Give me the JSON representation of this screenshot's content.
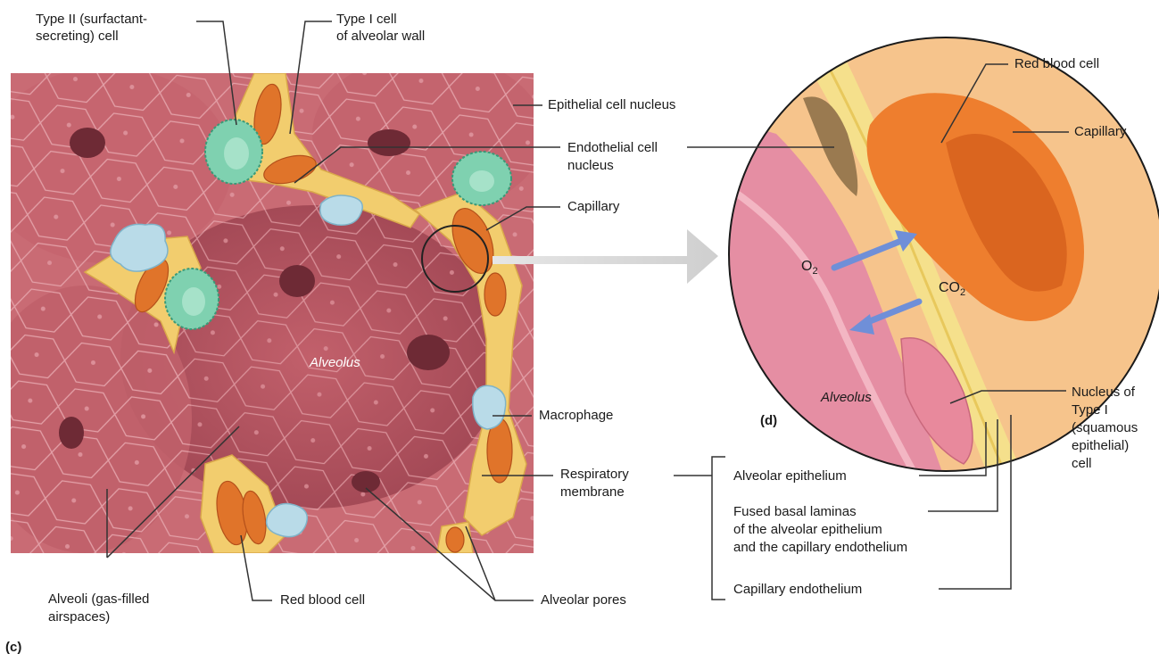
{
  "colors": {
    "tissue": "#c96b74",
    "tissue_dark": "#a94f5b",
    "cell_line": "#e8a3a9",
    "pore": "#6e2a35",
    "capillary_wall": "#f2cd6e",
    "rbc": "#e0742a",
    "type2_cell": "#7fd1b0",
    "macrophage": "#b9dbe8",
    "capillary_plasma": "#f6c48c",
    "arrow_gas": "#6f8fd8",
    "leader_line": "#333333"
  },
  "panel_c": {
    "tag": "(c)",
    "center_label": "Alveolus",
    "labels": {
      "type2_cell": [
        "Type II (surfactant-",
        "secreting) cell"
      ],
      "type1_cell": [
        "Type I cell",
        "of alveolar wall"
      ],
      "epithelial_nucleus": "Epithelial cell nucleus",
      "endothelial_nucleus": [
        "Endothelial cell",
        "nucleus"
      ],
      "capillary": "Capillary",
      "macrophage": "Macrophage",
      "respiratory_membrane": [
        "Respiratory",
        "membrane"
      ],
      "alveoli": [
        "Alveoli (gas-filled",
        "airspaces)"
      ],
      "red_blood_cell": "Red blood cell",
      "alveolar_pores": "Alveolar pores"
    }
  },
  "panel_d": {
    "tag": "(d)",
    "alveolus_label": "Alveolus",
    "gas_o2": {
      "symbol": "O",
      "sub": "2"
    },
    "gas_co2": {
      "symbol": "CO",
      "sub": "2"
    },
    "labels": {
      "red_blood_cell": "Red blood cell",
      "capillary": "Capillary",
      "type1_nucleus": [
        "Nucleus of",
        "Type I",
        "(squamous",
        "epithelial)",
        "cell"
      ],
      "alveolar_epithelium": "Alveolar epithelium",
      "fused_basal_laminas": [
        "Fused basal laminas",
        "of the alveolar epithelium",
        "and the capillary endothelium"
      ],
      "capillary_endothelium": "Capillary endothelium"
    }
  }
}
